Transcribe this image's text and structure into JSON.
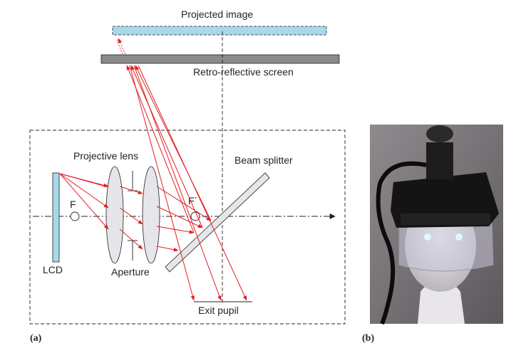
{
  "labels": {
    "projected_image": "Projected image",
    "screen": "Retro-reflective screen",
    "projective_lens": "Projective lens",
    "beam_splitter": "Beam splitter",
    "focal_left": "F",
    "focal_right": "F´",
    "lcd": "LCD",
    "aperture": "Aperture",
    "exit_pupil": "Exit pupil",
    "panel_a": "(a)",
    "panel_b": "(b)"
  },
  "colors": {
    "ray": "#e31e24",
    "projected_image_fill": "#a8d8ea",
    "screen_fill": "#8a8a8a",
    "lcd_fill": "#a8d8ea",
    "lens_fill": "#e6e6ea",
    "splitter_fill": "#e6e6ea",
    "outline": "#231f20"
  },
  "icons": {
    "photo": "head-mounted-projective-display-photo"
  }
}
